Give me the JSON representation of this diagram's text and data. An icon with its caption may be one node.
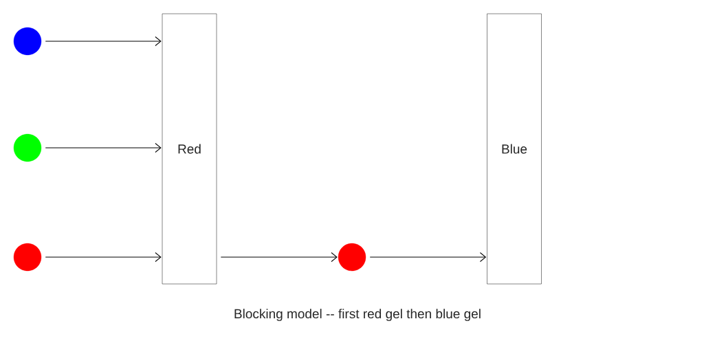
{
  "diagram": {
    "caption": "Blocking model -- first red gel then blue gel",
    "nodes": [
      {
        "text": [],
        "shape": "circle"
      },
      {
        "text": [],
        "shape": "circle"
      },
      {
        "text": [],
        "shape": "circle"
      },
      {
        "text": [
          "Red"
        ]
      },
      {
        "text": [],
        "shape": "circle"
      },
      {
        "text": [
          "Blue"
        ]
      }
    ],
    "edges": [
      {
        "from": 0,
        "to": 3,
        "arrow": "to"
      },
      {
        "from": 1,
        "to": 3,
        "arrow": "to"
      },
      {
        "from": 2,
        "to": 3,
        "arrow": "to"
      },
      {
        "from": 3,
        "to": 4,
        "arrow": "to"
      },
      {
        "from": 4,
        "to": 5,
        "arrow": "to"
      }
    ]
  }
}
